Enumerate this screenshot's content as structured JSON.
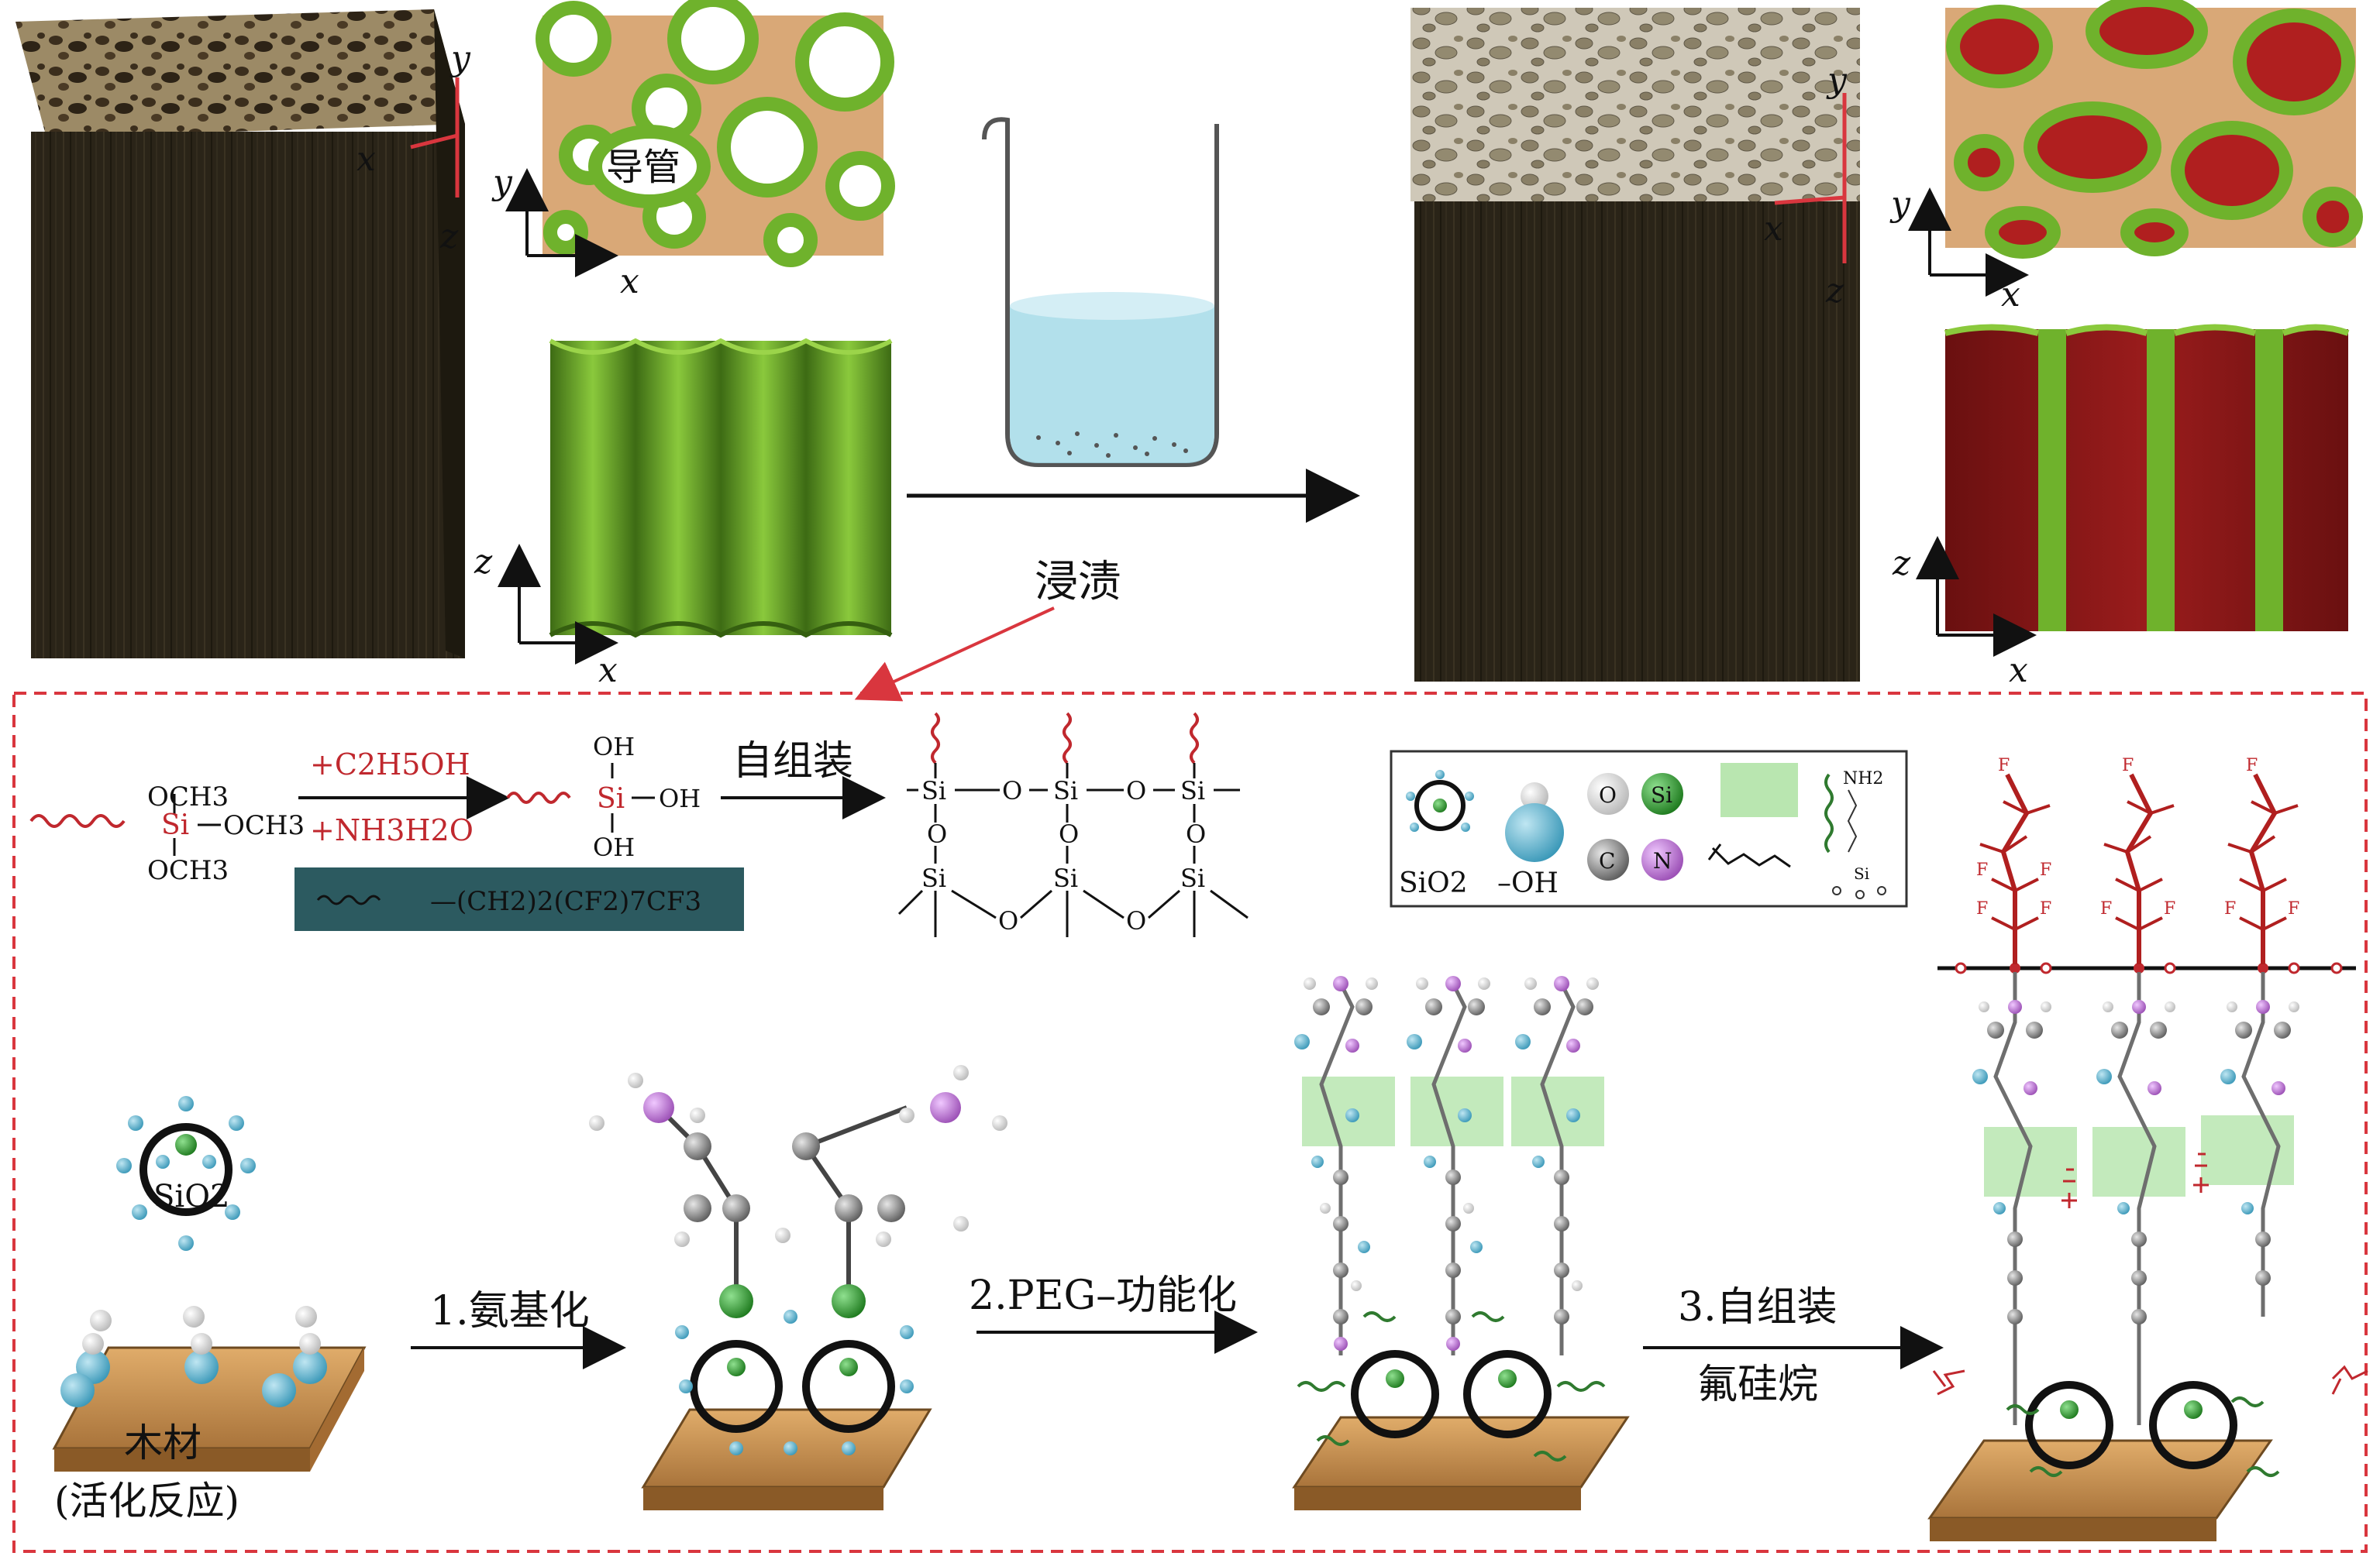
{
  "top": {
    "conduit_label": "导管",
    "impregnation_label": "浸渍",
    "axes": {
      "x": "x",
      "y": "y",
      "z": "z"
    }
  },
  "chemistry": {
    "reagent1": "+C2H5OH",
    "reagent2": "+NH3H2O",
    "self_assembly": "自组装",
    "methoxy": "OCH3",
    "si": "Si",
    "oh": "OH",
    "o": "O",
    "chain_formula": "—(CH2)2(CF2)7CF3"
  },
  "legend": {
    "sio2": "SiO2",
    "hydroxyl": "–OH",
    "atoms": [
      {
        "symbol": "O",
        "color": "#e6e6e6"
      },
      {
        "symbol": "Si",
        "color": "#2f8f2f"
      },
      {
        "symbol": "C",
        "color": "#7a7a7a"
      },
      {
        "symbol": "N",
        "color": "#b06ac2"
      }
    ],
    "nh2": "NH2"
  },
  "bottom": {
    "sio2_label": "SiO2",
    "wood_label": "木材",
    "activation_label": "(活化反应)",
    "step1": "1.氨基化",
    "step2": "2.PEG–功能化",
    "step3": "3.自组装",
    "step3_sub": "氟硅烷",
    "fluoro_f": "F"
  },
  "colors": {
    "wood_dark": "#2a2418",
    "green": "#6fb22c",
    "tan": "#d9a877",
    "red_fill": "#b01f1f",
    "dashed_red": "#d9363e",
    "water": "#a5dbe8"
  }
}
